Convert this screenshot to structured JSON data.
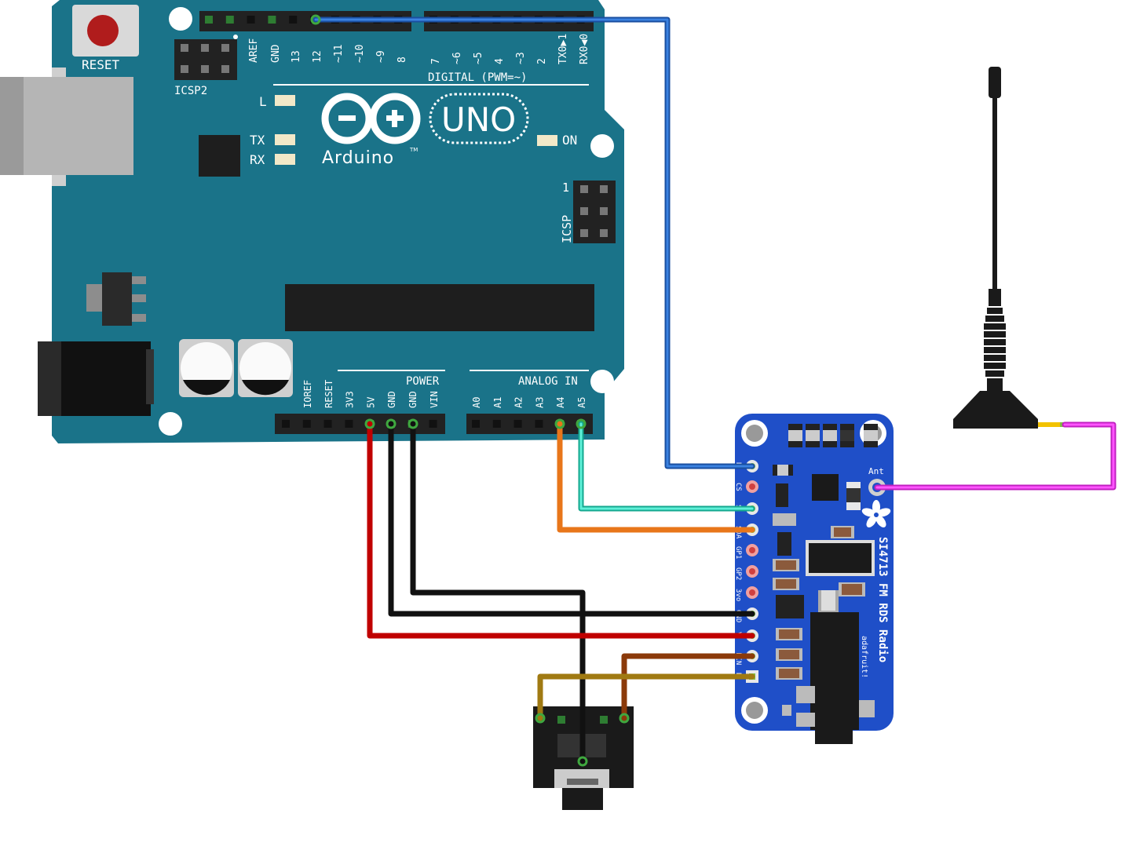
{
  "arduino": {
    "reset_label": "RESET",
    "icsp2_label": "ICSP2",
    "icsp_label": "ICSP",
    "icsp_pin1": "1",
    "led_l": "L",
    "led_tx": "TX",
    "led_rx": "RX",
    "led_on": "ON",
    "logo_uno": "UNO",
    "logo_name": "Arduino",
    "logo_tm": "TM",
    "digital_label": "DIGITAL (PWM=~)",
    "power_label": "POWER",
    "analog_label": "ANALOG IN",
    "digital_pins": [
      "AREF",
      "GND",
      "13",
      "12",
      "~11",
      "~10",
      "~9",
      "8",
      "7",
      "~6",
      "~5",
      "4",
      "~3",
      "2",
      "TX0▶1",
      "RX0◀0"
    ],
    "power_pins": [
      "IOREF",
      "RESET",
      "3V3",
      "5V",
      "GND",
      "GND",
      "VIN"
    ],
    "analog_pins": [
      "A0",
      "A1",
      "A2",
      "A3",
      "A4",
      "A5"
    ]
  },
  "breakout": {
    "title": "SI4713 FM RDS Radio",
    "brand": "adafruit!",
    "ant_label": "Ant",
    "pins": [
      "R",
      "CS",
      "S",
      "SDA",
      "GP1",
      "GP2",
      "3vo",
      "GND",
      "V",
      "LIN",
      "R"
    ]
  },
  "wires": [
    {
      "from": "D12",
      "to": "RST",
      "color": "#2b6fd0"
    },
    {
      "from": "A5",
      "to": "SCL",
      "color": "#2ee6c8"
    },
    {
      "from": "A4",
      "to": "SDA",
      "color": "#e8761a"
    },
    {
      "from": "5V",
      "to": "VIN",
      "color": "#cc0000"
    },
    {
      "from": "GND",
      "to": "GND",
      "color": "#1a1a1a"
    },
    {
      "from": "GND",
      "to": "AUDIO-GND",
      "color": "#1a1a1a"
    },
    {
      "from": "LIN",
      "to": "AUDIO-L",
      "color": "#8b3a0a"
    },
    {
      "from": "RIN",
      "to": "AUDIO-R",
      "color": "#a07a12"
    },
    {
      "from": "ANT",
      "to": "ANTENNA",
      "color": "#e633e6"
    }
  ]
}
